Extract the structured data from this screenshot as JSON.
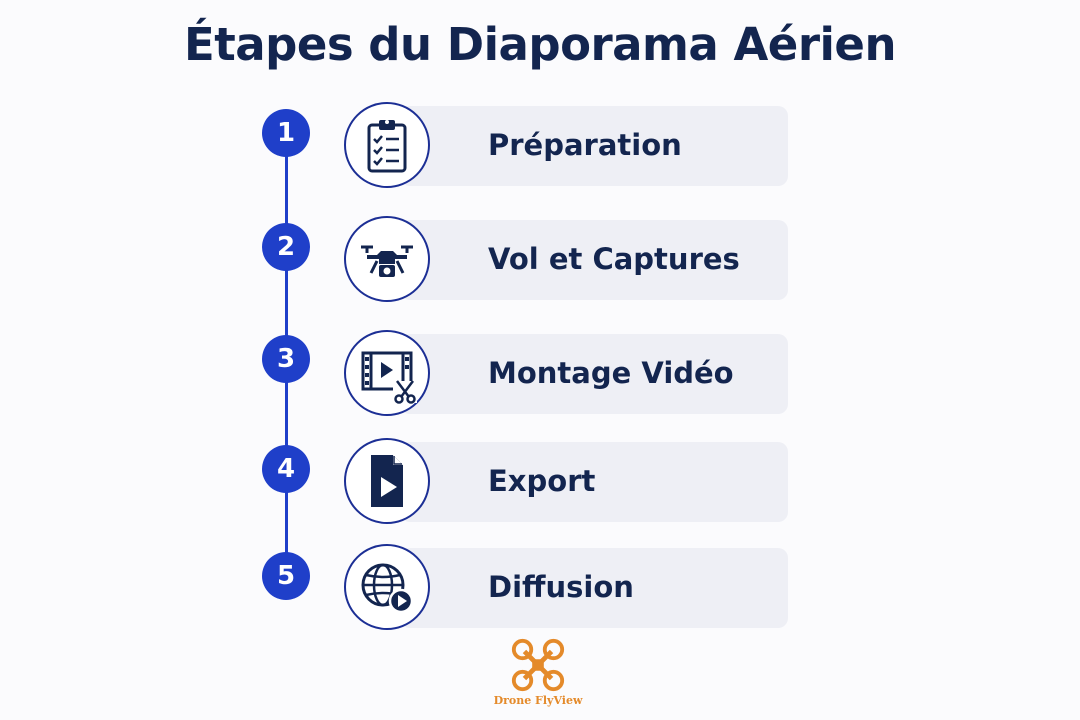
{
  "title": "Étapes du Diaporama Aérien",
  "accent_color": "#1f3fc9",
  "text_color": "#13254f",
  "steps": [
    {
      "number": "1",
      "label": "Préparation",
      "icon": "clipboard-checklist-icon"
    },
    {
      "number": "2",
      "label": "Vol et Captures",
      "icon": "drone-camera-icon"
    },
    {
      "number": "3",
      "label": "Montage Vidéo",
      "icon": "film-scissors-icon"
    },
    {
      "number": "4",
      "label": "Export",
      "icon": "video-file-icon"
    },
    {
      "number": "5",
      "label": "Diffusion",
      "icon": "globe-play-icon"
    }
  ],
  "logo": {
    "text": "Drone FlyView",
    "color": "#e48a2a",
    "icon": "drone-logo-icon"
  }
}
